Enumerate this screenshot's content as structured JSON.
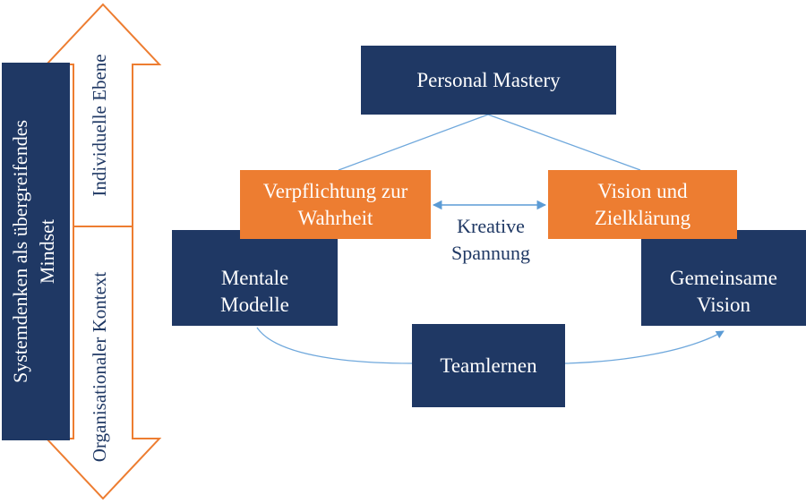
{
  "sidebar": {
    "mindset_label": "Systemdenken als übergreifendes\nMindset",
    "upper_arrow_label": "Individuelle Ebene",
    "lower_arrow_label": "Organisationaler Kontext"
  },
  "diagram": {
    "personal_mastery": "Personal Mastery",
    "commitment_truth": "Verpflichtung zur\nWahrheit",
    "vision_goals": "Vision und\nZielklärung",
    "mental_models": "Mentale\nModelle",
    "shared_vision": "Gemeinsame\nVision",
    "team_learning": "Teamlernen",
    "creative_tension": "Kreative\nSpannung"
  },
  "colors": {
    "navy": "#1f3864",
    "orange": "#ed7d31",
    "connector": "#6fa8dc"
  }
}
